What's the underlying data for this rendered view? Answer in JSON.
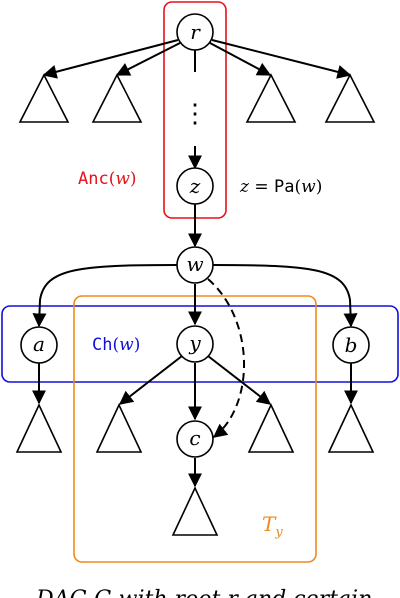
{
  "nodes": {
    "r": "r",
    "z": "z",
    "w": "w",
    "a": "a",
    "y": "y",
    "b": "b",
    "c": "c"
  },
  "labels": {
    "anc_func": "Anc",
    "anc_open": "(",
    "anc_arg": "w",
    "anc_close": ")",
    "pa_lhs": "z",
    "pa_eq": " = ",
    "pa_func": "Pa",
    "pa_open": "(",
    "pa_arg": "w",
    "pa_close": ")",
    "ch_func": "Ch",
    "ch_open": "(",
    "ch_arg": "w",
    "ch_close": ")",
    "ty_main": "T",
    "ty_sub": "y",
    "vdots": "⋮",
    "caption": "DAG G with root r and certain"
  },
  "colors": {
    "anc": "#e8101a",
    "ch": "#1010d8",
    "ty": "#f08a1c",
    "ink": "#000000"
  }
}
